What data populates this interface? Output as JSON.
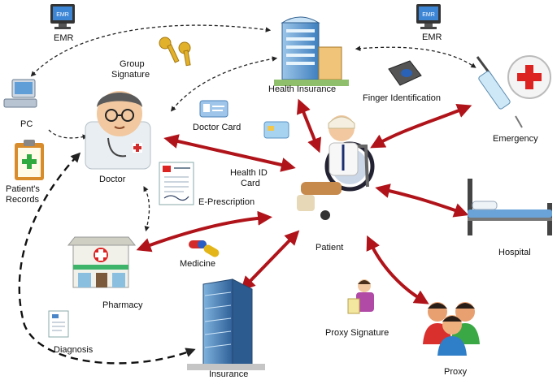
{
  "labels": {
    "emr_left": "EMR",
    "emr_right": "EMR",
    "emr_screen": "EMR",
    "group_signature_line1": "Group",
    "group_signature_line2": "Signature",
    "pc": "PC",
    "patients_records_line1": "Patient's",
    "patients_records_line2": "Records",
    "doctor": "Doctor",
    "doctor_card": "Doctor Card",
    "health_insurance": "Health Insurance",
    "finger_identification": "Finger Identification",
    "emergency": "Emergency",
    "health_id_card_line1": "Health ID",
    "health_id_card_line2": "Card",
    "e_prescription": "E-Prescription",
    "patient": "Patient",
    "hospital": "Hospital",
    "medicine": "Medicine",
    "pharmacy": "Pharmacy",
    "diagnosis": "Diagnosis",
    "insurance": "Insurance",
    "proxy_signature": "Proxy Signature",
    "proxy": "Proxy"
  },
  "colors": {
    "arrow_red": "#b0141a",
    "dashed": "#222222",
    "teal": "#2a9d8f",
    "blue": "#3b6fb6"
  },
  "icons": [
    "computer-icon",
    "keys-icon",
    "pc-icon",
    "clipboard-icon",
    "doctor-icon",
    "card-icon",
    "building-icon",
    "fingerprint-scanner-icon",
    "syringe-icon",
    "wheelchair-patient-icon",
    "hospital-bed-icon",
    "prescription-icon",
    "pills-icon",
    "pharmacy-icon",
    "report-icon",
    "office-tower-icon",
    "proxy-people-icon"
  ]
}
